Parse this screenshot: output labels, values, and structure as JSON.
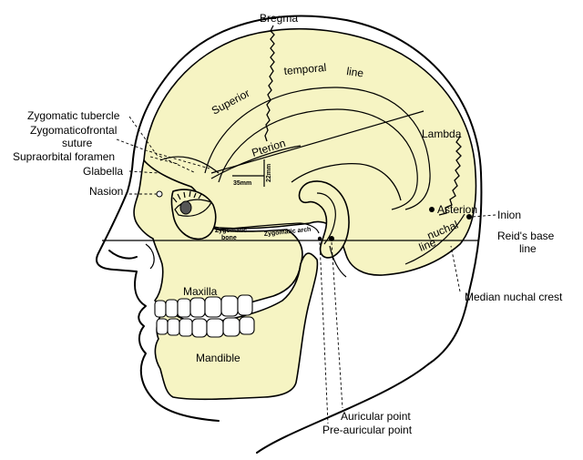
{
  "labels": {
    "bregma": "Bregma",
    "superior": "Superior",
    "temporal": "temporal",
    "line": "line",
    "lambda": "Lambda",
    "pterion": "Pterion",
    "asterion": "Asterion",
    "inion": "Inion",
    "reids_base_line_1": "Reid's base",
    "reids_base_line_2": "line",
    "nuchal": "nuchal",
    "nuchal_line": "line",
    "zygomatic_tubercle": "Zygomatic tubercle",
    "zygomaticofrontal_1": "Zygomaticofrontal",
    "zygomaticofrontal_2": "suture",
    "supraorbital_foramen": "Supraorbital foramen",
    "glabella": "Glabella",
    "nasion": "Nasion",
    "zygomatic_bone_1": "Zygomatic",
    "zygomatic_bone_2": "bone",
    "zygomatic_arch": "Zygomatic arch",
    "dist_35": "35mm",
    "dist_22": "22mm",
    "maxilla": "Maxilla",
    "mandible": "Mandible",
    "median_nuchal_crest": "Median nuchal crest",
    "auricular_point": "Auricular point",
    "pre_auricular_point": "Pre-auricular point"
  },
  "colors": {
    "bone": "#f6f4c3",
    "outline": "#000000"
  }
}
